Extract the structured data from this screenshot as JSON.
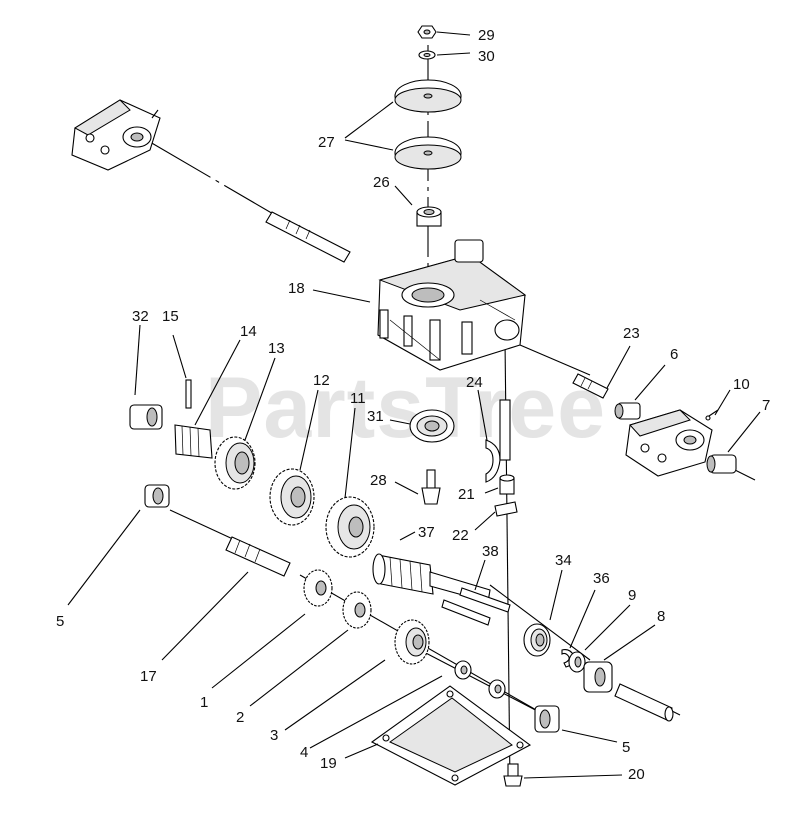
{
  "diagram": {
    "watermark": "PartsTree",
    "watermark_mark": "™",
    "callouts": [
      {
        "id": "c29a",
        "text": "29"
      },
      {
        "id": "c30",
        "text": "30"
      },
      {
        "id": "c27",
        "text": "27"
      },
      {
        "id": "c26",
        "text": "26"
      },
      {
        "id": "c18",
        "text": "18"
      },
      {
        "id": "c32",
        "text": "32"
      },
      {
        "id": "c15",
        "text": "15"
      },
      {
        "id": "c14",
        "text": "14"
      },
      {
        "id": "c13",
        "text": "13"
      },
      {
        "id": "c12",
        "text": "12"
      },
      {
        "id": "c11",
        "text": "11"
      },
      {
        "id": "c31",
        "text": "31"
      },
      {
        "id": "c24",
        "text": "24"
      },
      {
        "id": "c23",
        "text": "23"
      },
      {
        "id": "c6",
        "text": "6"
      },
      {
        "id": "c10",
        "text": "10"
      },
      {
        "id": "c7",
        "text": "7"
      },
      {
        "id": "c28",
        "text": "28"
      },
      {
        "id": "c21",
        "text": "21"
      },
      {
        "id": "c22",
        "text": "22"
      },
      {
        "id": "c37",
        "text": "37"
      },
      {
        "id": "c38",
        "text": "38"
      },
      {
        "id": "c34",
        "text": "34"
      },
      {
        "id": "c36",
        "text": "36"
      },
      {
        "id": "c9",
        "text": "9"
      },
      {
        "id": "c8",
        "text": "8"
      },
      {
        "id": "c5a",
        "text": "5"
      },
      {
        "id": "c17",
        "text": "17"
      },
      {
        "id": "c1",
        "text": "1"
      },
      {
        "id": "c2",
        "text": "2"
      },
      {
        "id": "c3",
        "text": "3"
      },
      {
        "id": "c4",
        "text": "4"
      },
      {
        "id": "c19",
        "text": "19"
      },
      {
        "id": "c5b",
        "text": "5"
      },
      {
        "id": "c20",
        "text": "20"
      }
    ]
  }
}
